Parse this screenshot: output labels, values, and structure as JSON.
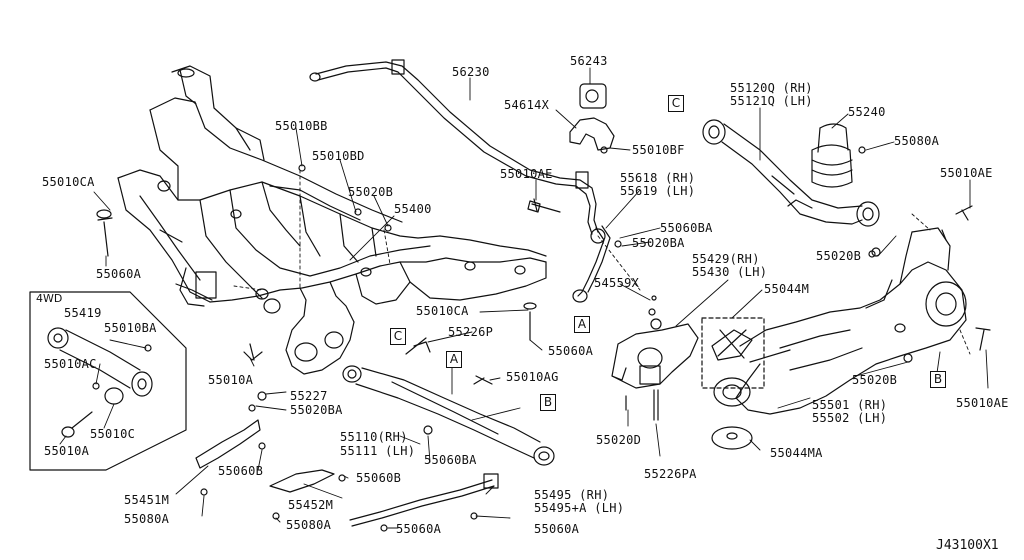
{
  "diagram_code": "J43100X1",
  "inset_title": "4WD",
  "ref_box_labels": [
    "A",
    "B",
    "C"
  ],
  "part_numbers": {
    "p56230": "56230",
    "p56243": "56243",
    "p54614x": "54614X",
    "p55010bf": "55010BF",
    "p55010ae_top": "55010AE",
    "p55618": "55618 (RH)",
    "p55619": "55619 (LH)",
    "p55060ba_mid": "55060BA",
    "p55020ba_mid": "55020BA",
    "p55120q": "55120Q (RH)",
    "p55121q": "55121Q (LH)",
    "p55240": "55240",
    "p55080a_top": "55080A",
    "p55010ae_right": "55010AE",
    "p55010bb": "55010BB",
    "p55010bd": "55010BD",
    "p55020b_top": "55020B",
    "p55400": "55400",
    "p55010ca_left": "55010CA",
    "p55060a_left": "55060A",
    "p55020b_right": "55020B",
    "p55429": "55429(RH)",
    "p55430": "55430 (LH)",
    "p54559x": "54559X",
    "p55044m": "55044M",
    "p55010ca_mid": "55010CA",
    "p55226p": "55226P",
    "p55060a_mid": "55060A",
    "p55419": "55419",
    "p55010ba": "55010BA",
    "p55010ac": "55010AC",
    "p55010c": "55010C",
    "p55010a_inset": "55010A",
    "p55010a": "55010A",
    "p55227": "55227",
    "p55020ba_low": "55020BA",
    "p55010ag": "55010AG",
    "p55020b_low": "55020B",
    "p55501": "55501 (RH)",
    "p55502": "55502 (LH)",
    "p55010ae_low": "55010AE",
    "p55110": "55110(RH)",
    "p55111": "55111 (LH)",
    "p55060ba_low": "55060BA",
    "p55020d": "55020D",
    "p55226pa": "55226PA",
    "p55044ma": "55044MA",
    "p55060b_a": "55060B",
    "p55060b_b": "55060B",
    "p55451m": "55451M",
    "p55452m": "55452M",
    "p55080a_a": "55080A",
    "p55080a_b": "55080A",
    "p55495": "55495 (RH)",
    "p55495a": "55495+A (LH)",
    "p55060a_b1": "55060A",
    "p55060a_b2": "55060A"
  }
}
